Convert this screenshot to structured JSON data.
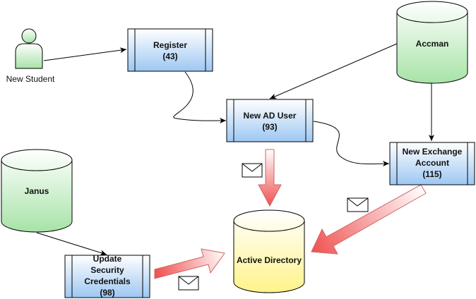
{
  "actor": {
    "label": "New Student"
  },
  "processes": {
    "register": {
      "line1": "Register",
      "line2": "(43)"
    },
    "ad_user": {
      "line1": "New AD User",
      "line2": "(93)"
    },
    "exchange": {
      "line1": "New Exchange",
      "line2": "Account",
      "line3": "(115)"
    },
    "credentials": {
      "line1": "Update",
      "line2": "Security",
      "line3": "Credentials",
      "line4": "(98)"
    }
  },
  "stores": {
    "accman": "Accman",
    "janus": "Janus",
    "active_directory": "Active Directory"
  },
  "colors": {
    "process_top": "#ffffff",
    "process_bottom": "#9dc7f2",
    "green_top": "#ffffff",
    "green_bottom": "#a7e3a7",
    "yellow_top": "#ffffff",
    "yellow_bottom": "#fff38a",
    "arrow_top": "#ffffff",
    "arrow_bottom": "#f05050"
  }
}
